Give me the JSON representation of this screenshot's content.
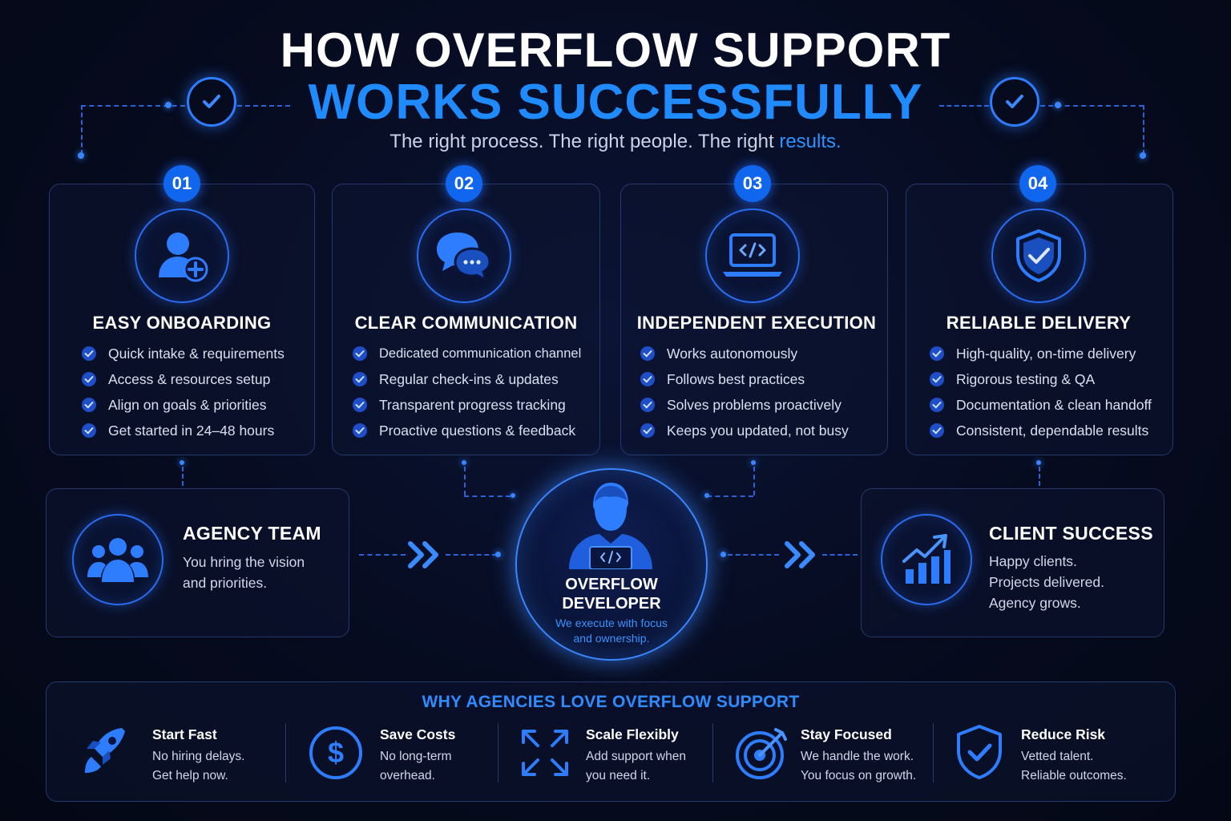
{
  "header": {
    "title_line1": "HOW OVERFLOW SUPPORT",
    "title_line2": "WORKS SUCCESSFULLY",
    "subtitle_main": "The right process. The right people. The right ",
    "subtitle_accent": "results."
  },
  "steps": [
    {
      "number": "01",
      "icon": "user-plus-icon",
      "title": "EASY ONBOARDING",
      "items": [
        "Quick intake & requirements",
        "Access & resources setup",
        "Align on goals & priorities",
        "Get started in 24–48 hours"
      ]
    },
    {
      "number": "02",
      "icon": "chat-bubbles-icon",
      "title": "CLEAR COMMUNICATION",
      "items": [
        "Dedicated communication channel",
        "Regular check-ins & updates",
        "Transparent progress tracking",
        "Proactive questions & feedback"
      ]
    },
    {
      "number": "03",
      "icon": "laptop-code-icon",
      "title": "INDEPENDENT EXECUTION",
      "items": [
        "Works autonomously",
        "Follows best practices",
        "Solves problems proactively",
        "Keeps you updated, not busy"
      ]
    },
    {
      "number": "04",
      "icon": "shield-check-icon",
      "title": "RELIABLE DELIVERY",
      "items": [
        "High-quality, on-time delivery",
        "Rigorous testing & QA",
        "Documentation & clean handoff",
        "Consistent, dependable results"
      ]
    }
  ],
  "agency": {
    "icon": "team-icon",
    "title": "AGENCY TEAM",
    "line1": "You hring the vision",
    "line2": "and priorities."
  },
  "developer": {
    "icon": "developer-icon",
    "title_line1": "OVERFLOW",
    "title_line2": "DEVELOPER",
    "sub_line1": "We execute with focus",
    "sub_line2": "and ownership."
  },
  "client": {
    "icon": "growth-chart-icon",
    "title": "CLIENT SUCCESS",
    "line1": "Happy clients.",
    "line2": "Projects delivered.",
    "line3": "Agency grows."
  },
  "why": {
    "title": "WHY AGENCIES LOVE OVERFLOW SUPPORT",
    "benefits": [
      {
        "icon": "rocket-icon",
        "title": "Start Fast",
        "line1": "No hiring delays.",
        "line2": "Get help now."
      },
      {
        "icon": "dollar-icon",
        "title": "Save Costs",
        "line1": "No long-term",
        "line2": "overhead."
      },
      {
        "icon": "expand-arrows-icon",
        "title": "Scale Flexibly",
        "line1": "Add support when",
        "line2": "you need it."
      },
      {
        "icon": "target-icon",
        "title": "Stay Focused",
        "line1": "We handle the work.",
        "line2": "You focus on growth."
      },
      {
        "icon": "shield-check-icon",
        "title": "Reduce Risk",
        "line1": "Vetted talent.",
        "line2": "Reliable outcomes."
      }
    ]
  },
  "colors": {
    "accent": "#1f8bff",
    "badge": "#1166ee",
    "background": "#060b1f"
  }
}
